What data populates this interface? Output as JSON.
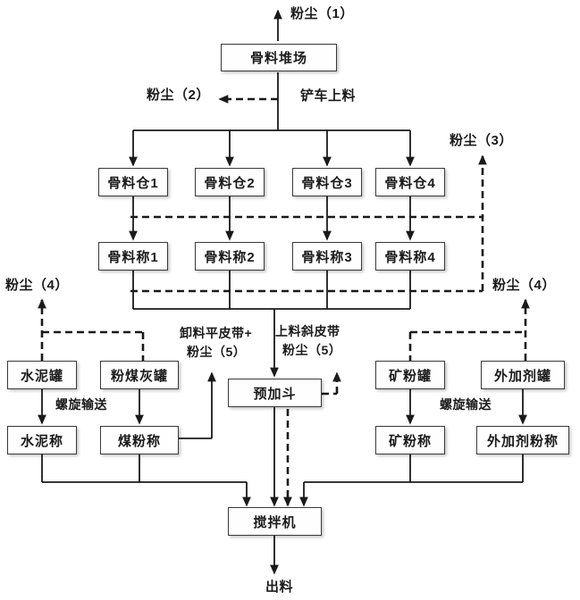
{
  "diagram": {
    "title_meaning": "batching-plant-dust-flow-diagram",
    "nodes": {
      "aggregate_yard": {
        "label": "骨料堆场"
      },
      "bin1": {
        "label": "骨料仓1"
      },
      "bin2": {
        "label": "骨料仓2"
      },
      "bin3": {
        "label": "骨料仓3"
      },
      "bin4": {
        "label": "骨料仓4"
      },
      "agg_scale1": {
        "label": "骨料称1"
      },
      "agg_scale2": {
        "label": "骨料称2"
      },
      "agg_scale3": {
        "label": "骨料称3"
      },
      "agg_scale4": {
        "label": "骨料称4"
      },
      "cement_tank": {
        "label": "水泥罐"
      },
      "flyash_tank": {
        "label": "粉煤灰罐"
      },
      "cement_scale": {
        "label": "水泥称"
      },
      "coal_scale": {
        "label": "煤粉称"
      },
      "prehopper": {
        "label": "预加斗"
      },
      "mineral_tank": {
        "label": "矿粉罐"
      },
      "admixture_tank": {
        "label": "外加剂罐"
      },
      "mineral_scale": {
        "label": "矿粉称"
      },
      "admixture_scale": {
        "label": "外加剂粉称"
      },
      "mixer": {
        "label": "搅拌机"
      }
    },
    "labels": {
      "dust1": "粉尘（1）",
      "dust2": "粉尘（2）",
      "dust3": "粉尘（3）",
      "dust4_left": "粉尘（4）",
      "dust4_right": "粉尘（4）",
      "dust5_left_line1": "卸料平皮带+",
      "dust5_left_line2": "粉尘（5）",
      "dust5_right_line1": "上料斜皮带",
      "dust5_right_line2": "粉尘（5）",
      "loader_feed": "铲车上料",
      "screw_left": "螺旋输送",
      "screw_right": "螺旋输送",
      "discharge": "出料"
    },
    "colors": {
      "line": "#1a1a1a",
      "box_border": "#3a3a3a",
      "box_fill": "#fefefe",
      "text": "#1a1a1a",
      "background": "#ffffff"
    }
  }
}
